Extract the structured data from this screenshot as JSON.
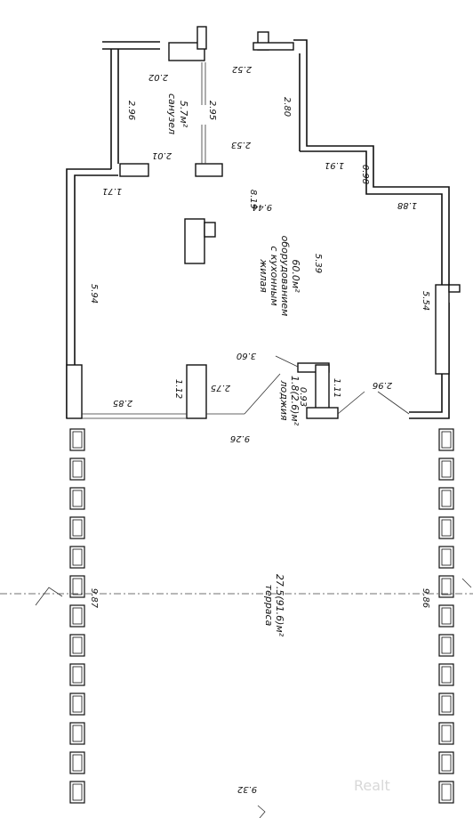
{
  "rooms": [
    {
      "name": "санузел",
      "area": "5.7м²"
    },
    {
      "name_lines": [
        "жилая",
        "с кухонным",
        "оборудованием"
      ],
      "area": "60.0м²"
    },
    {
      "name": "лоджия",
      "area": "1.8(2.6)м²"
    },
    {
      "name": "терраса",
      "area": "27.5(91.6)м²"
    }
  ],
  "dimensions": {
    "d_2_52": "2.52",
    "d_2_02": "2.02",
    "d_2_96_left": "2.96",
    "d_2_95": "2.95",
    "d_2_80": "2.80",
    "d_2_53": "2.53",
    "d_2_01": "2.01",
    "d_1_91": "1.91",
    "d_0_98": "0.98",
    "d_1_71": "1.71",
    "d_8_19": "8.19",
    "d_9_44": "9.44",
    "d_1_88": "1.88",
    "d_5_39": "5.39",
    "d_5_94": "5.94",
    "d_5_54": "5.54",
    "d_3_60": "3.60",
    "d_2_85": "2.85",
    "d_1_12": "1.12",
    "d_2_75": "2.75",
    "d_0_93": "0.93",
    "d_1_11": "1.11",
    "d_2_96_right": "2.96",
    "d_9_26": "9.26",
    "d_9_87": "9.87",
    "d_9_86": "9.86",
    "d_9_32": "9.32"
  },
  "watermark": "Realt"
}
